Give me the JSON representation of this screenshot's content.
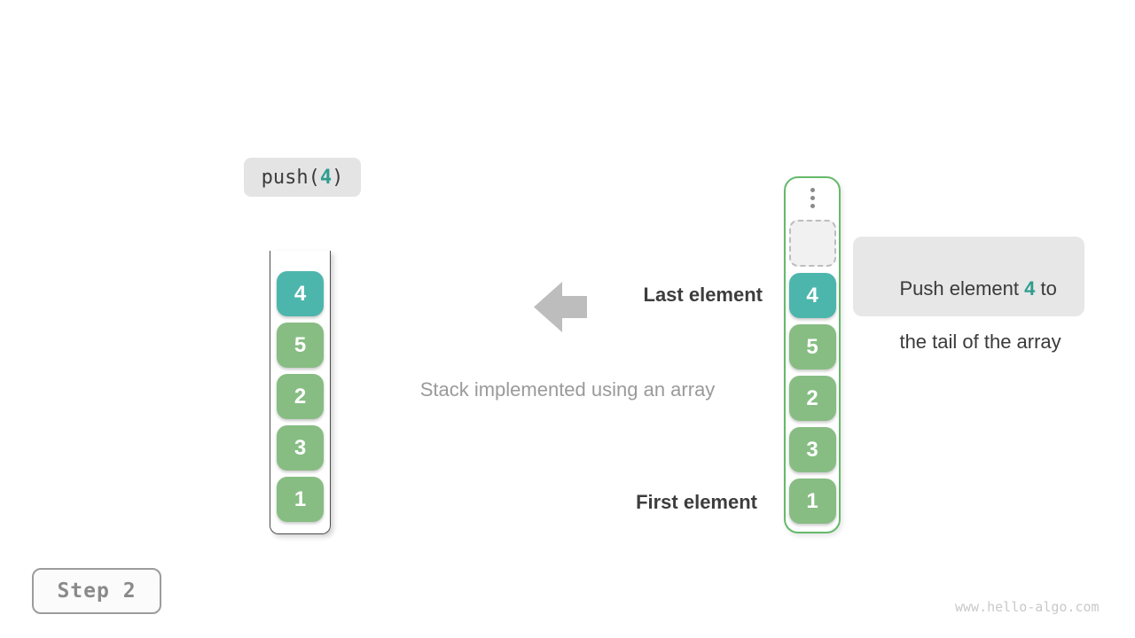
{
  "push_label": {
    "prefix": "push(",
    "arg": "4",
    "suffix": ")"
  },
  "stack": {
    "values_top_to_bottom": [
      "4",
      "5",
      "2",
      "3",
      "1"
    ]
  },
  "array": {
    "values_top_to_bottom": [
      "4",
      "5",
      "2",
      "3",
      "1"
    ]
  },
  "labels": {
    "last_element": "Last element",
    "first_element": "First element",
    "caption": "Stack implemented using an array"
  },
  "tooltip": {
    "line1_before": "Push element ",
    "line1_highlight": "4",
    "line1_after": " to",
    "line2": "the tail of the array"
  },
  "step_badge": {
    "label": "Step 2"
  },
  "watermark": {
    "text": "www.hello-algo.com"
  },
  "icons": {
    "arrow": "left-block-arrow",
    "ellipsis": "vertical-ellipsis"
  },
  "colors": {
    "cell-teal": "#4db6ac",
    "cell-green": "#87bd83",
    "text-teal": "#2f9c8e",
    "array-border-green": "#66b96a",
    "label-gray": "#9a9a9a",
    "text-dark": "#3c3c3c",
    "arrow-gray": "#bdbdbd"
  }
}
